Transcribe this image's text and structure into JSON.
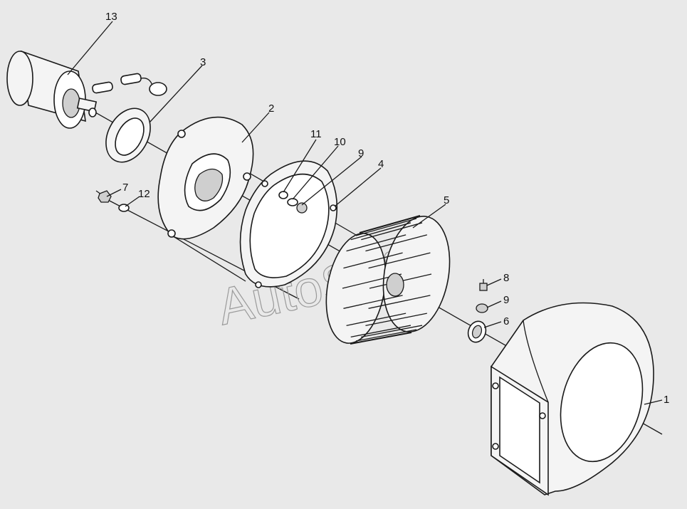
{
  "watermark": "AutoSoft",
  "callouts": {
    "p1": "1",
    "p2": "2",
    "p3": "3",
    "p4": "4",
    "p5": "5",
    "p6": "6",
    "p7": "7",
    "p8": "8",
    "p9a": "9",
    "p9b": "9",
    "p10": "10",
    "p11": "11",
    "p12": "12",
    "p13": "13"
  }
}
